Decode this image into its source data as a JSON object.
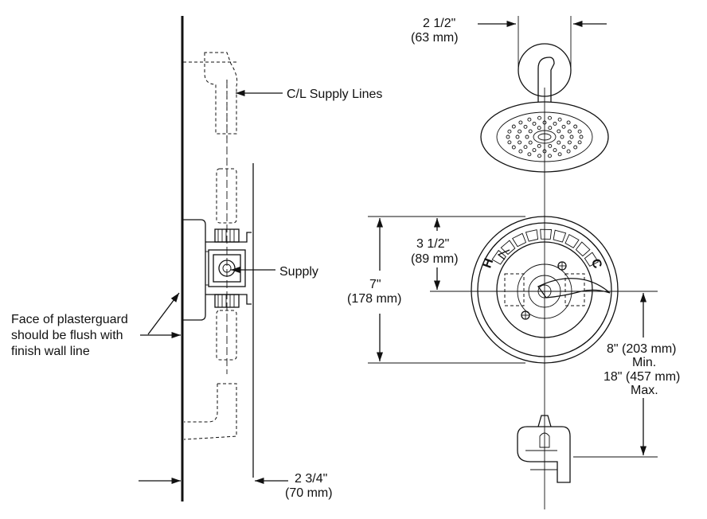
{
  "labels": {
    "supply_lines": "C/L Supply Lines",
    "supply": "Supply",
    "face_line1": "Face of plasterguard",
    "face_line2": "should be flush with",
    "face_line3": "finish wall line",
    "dim_side_in": "2 3/4\"",
    "dim_side_mm": "(70 mm)",
    "dim_arm_in": "2 1/2\"",
    "dim_arm_mm": "(63 mm)",
    "dim_cart_in": "3 1/2\"",
    "dim_cart_mm": "(89 mm)",
    "dim_plate_in": "7\"",
    "dim_plate_mm": "(178 mm)",
    "dim_spout_min": "8\" (203 mm)",
    "dim_spout_min_label": "Min.",
    "dim_spout_max": "18\" (457 mm)",
    "dim_spout_max_label": "Max.",
    "handle_hot": "H",
    "handle_cold": "C"
  }
}
